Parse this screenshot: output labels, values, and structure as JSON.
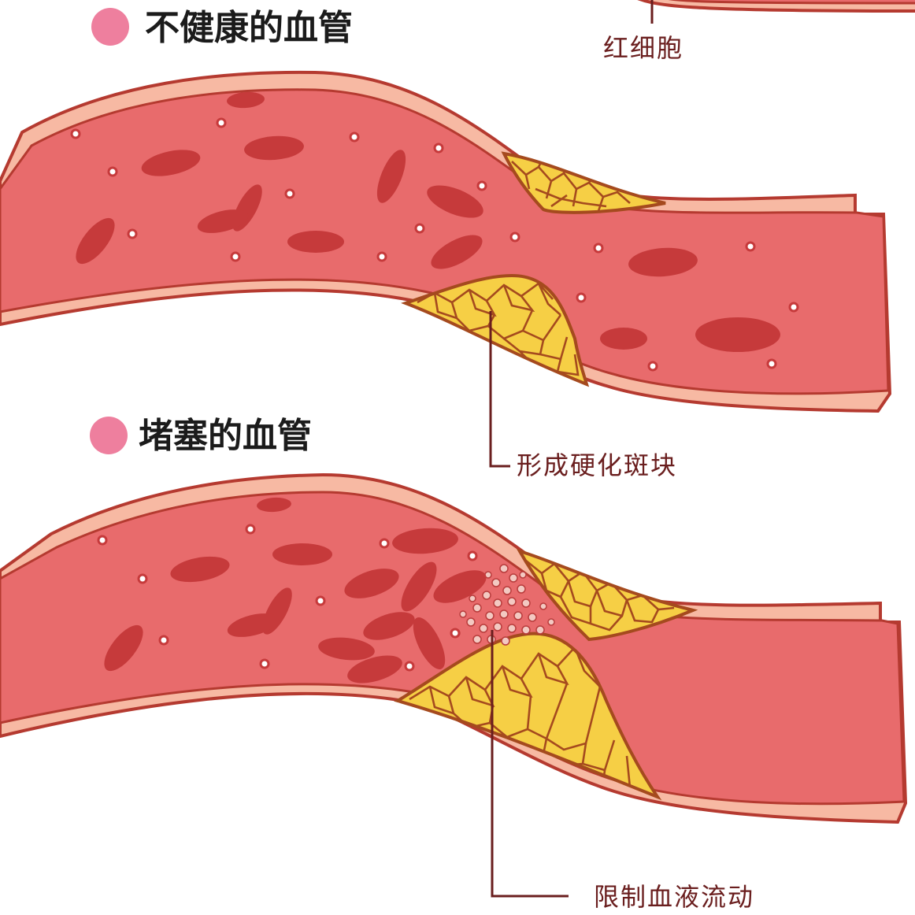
{
  "sections": {
    "unhealthy": {
      "heading": "不健康的血管"
    },
    "blocked": {
      "heading": "堵塞的血管"
    }
  },
  "labels": {
    "red_blood_cell": "红细胞",
    "plaque_formation": "形成硬化斑块",
    "restricted_flow": "限制血液流动"
  },
  "colors": {
    "vessel_wall": "#f7b9a3",
    "wall_outline": "#b53a30",
    "blood": "#e86b6c",
    "red_blood_cell": "#c63a3b",
    "plaque": "#f6cf45",
    "heading_dot": "#ee7f9e"
  }
}
